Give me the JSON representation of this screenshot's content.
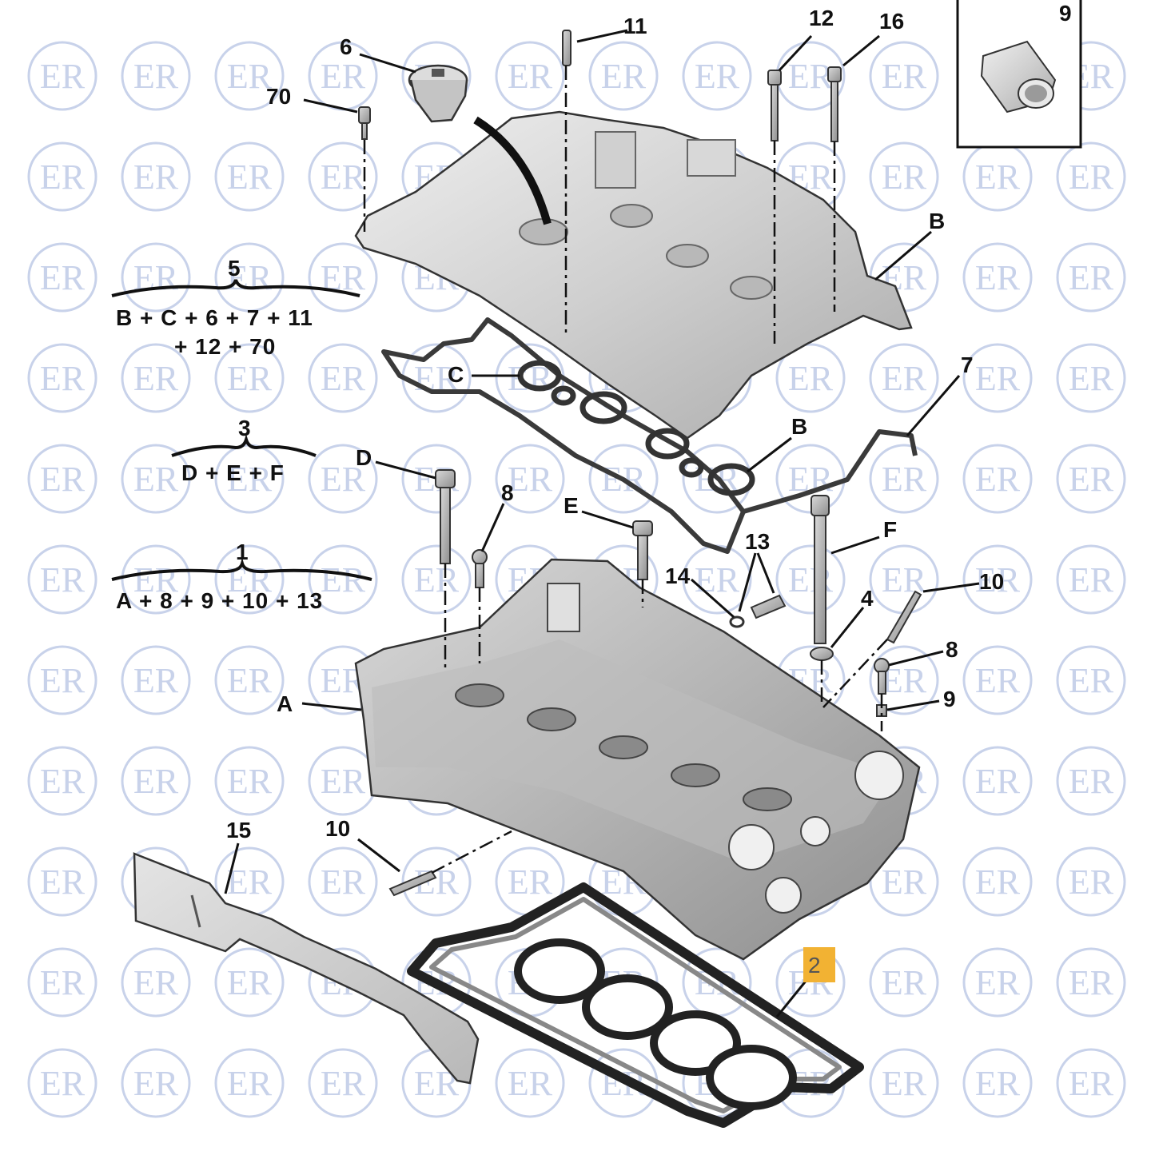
{
  "watermark": {
    "text": "ER",
    "color": "#c8d2ea"
  },
  "colors": {
    "highlight": "#f2b233",
    "ink": "#111111",
    "metal": "#d7d7d7"
  },
  "callouts": {
    "n6": "6",
    "n11": "11",
    "n12": "12",
    "n16": "16",
    "n9_box": "9",
    "n70": "70",
    "B_top": "B",
    "C": "C",
    "n7": "7",
    "B_mid": "B",
    "D": "D",
    "n8_left": "8",
    "E": "E",
    "n13": "13",
    "n14": "14",
    "F": "F",
    "n10_right": "10",
    "n4": "4",
    "n8_right": "8",
    "n9_right": "9",
    "A": "A",
    "n15": "15",
    "n10_left": "10",
    "n2": "2"
  },
  "kits": {
    "k5": {
      "number": "5",
      "line1": "B + C + 6 + 7 + 11",
      "line2": "+ 12 + 70"
    },
    "k3": {
      "number": "3",
      "line1": "D + E + F"
    },
    "k1": {
      "number": "1",
      "line1": "A + 8 + 9 + 10 + 13"
    }
  }
}
